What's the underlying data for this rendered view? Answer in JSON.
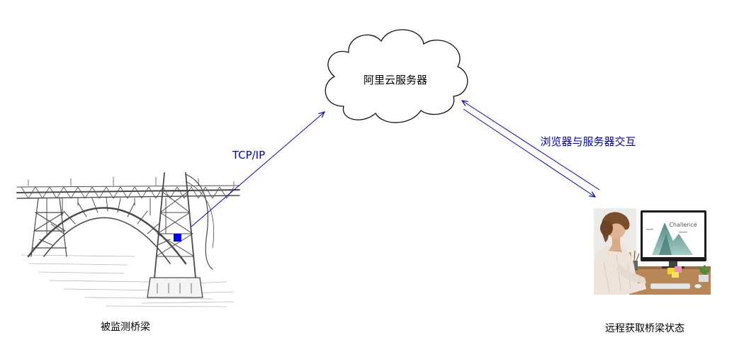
{
  "cloud": {
    "label": "阿里云服务器"
  },
  "bridge": {
    "label": "被监测桥梁",
    "sensor_color": "#0000ff"
  },
  "user": {
    "label": "远程获取桥梁状态",
    "screen_text": "Challence"
  },
  "links": {
    "tcp_label": "TCP/IP",
    "browser_label": "浏览器与服务器交互",
    "color": "#0000cc"
  },
  "icons": {
    "cloud": "cloud-icon",
    "bridge": "bridge-sketch-image",
    "sensor": "sensor-marker",
    "user": "user-at-computer-image"
  }
}
